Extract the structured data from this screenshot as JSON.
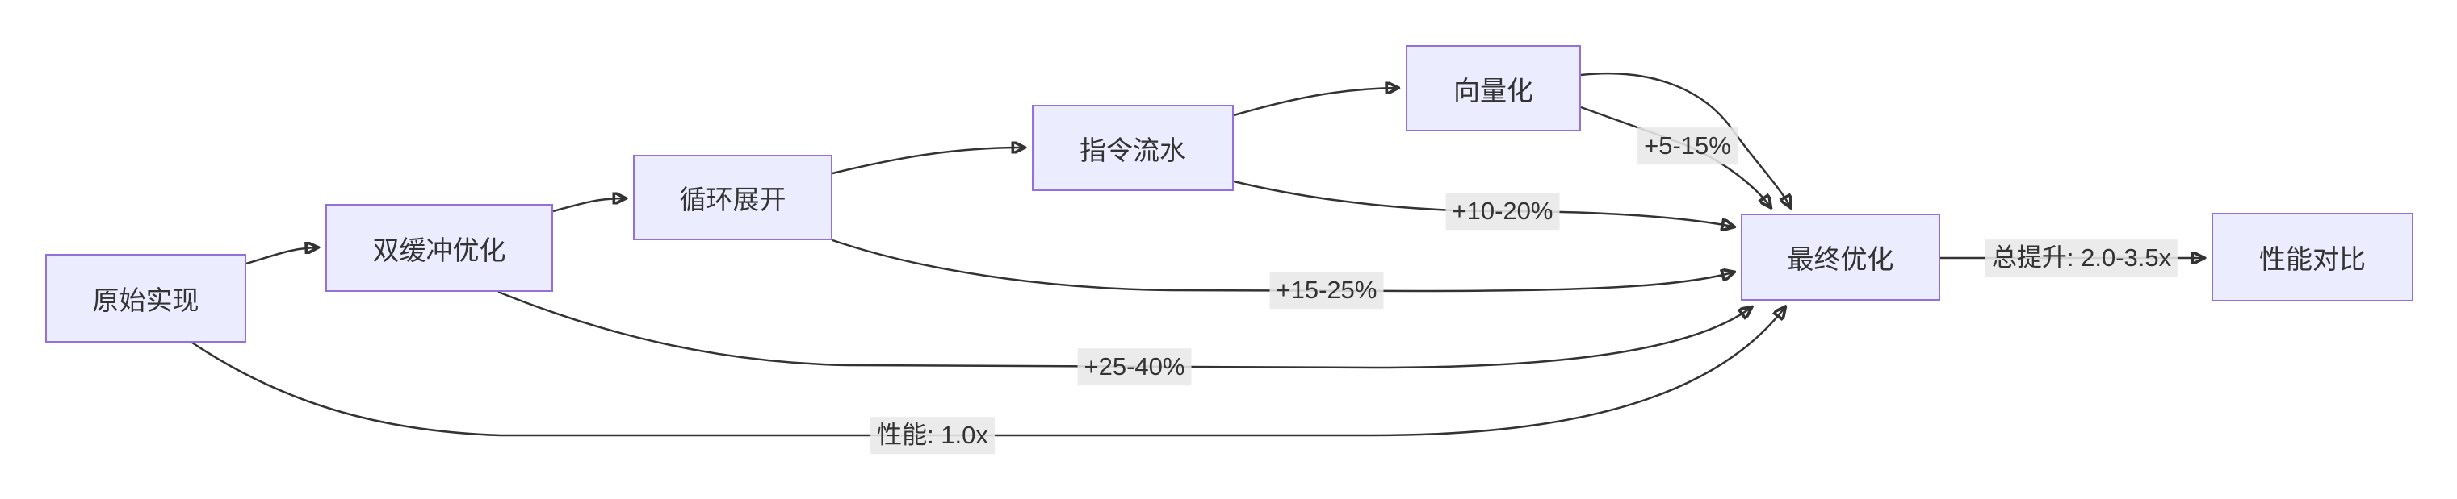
{
  "diagram": {
    "type": "flowchart",
    "direction": "left-to-right",
    "colors": {
      "node_fill": "#ECECFF",
      "node_border": "#9370DB",
      "edge_stroke": "#333333",
      "edge_label_background": "#e8e8e8",
      "text": "#333333",
      "background": "#ffffff"
    },
    "nodes": {
      "original": {
        "label": "原始实现"
      },
      "double_buffering": {
        "label": "双缓冲优化"
      },
      "loop_unrolling": {
        "label": "循环展开"
      },
      "instruction_pipelining": {
        "label": "指令流水"
      },
      "vectorization": {
        "label": "向量化"
      },
      "final_optimization": {
        "label": "最终优化"
      },
      "performance_comparison": {
        "label": "性能对比"
      }
    },
    "edges": [
      {
        "from": "原始实现",
        "to": "双缓冲优化",
        "label": ""
      },
      {
        "from": "双缓冲优化",
        "to": "循环展开",
        "label": ""
      },
      {
        "from": "循环展开",
        "to": "指令流水",
        "label": ""
      },
      {
        "from": "指令流水",
        "to": "向量化",
        "label": ""
      },
      {
        "from": "向量化",
        "to": "最终优化",
        "label": ""
      },
      {
        "from": "向量化",
        "to": "最终优化",
        "label": "+5-15%"
      },
      {
        "from": "指令流水",
        "to": "最终优化",
        "label": "+10-20%"
      },
      {
        "from": "循环展开",
        "to": "最终优化",
        "label": "+15-25%"
      },
      {
        "from": "双缓冲优化",
        "to": "最终优化",
        "label": "+25-40%"
      },
      {
        "from": "原始实现",
        "to": "最终优化",
        "label": "性能: 1.0x"
      },
      {
        "from": "最终优化",
        "to": "性能对比",
        "label": "总提升: 2.0-3.5x"
      }
    ]
  }
}
